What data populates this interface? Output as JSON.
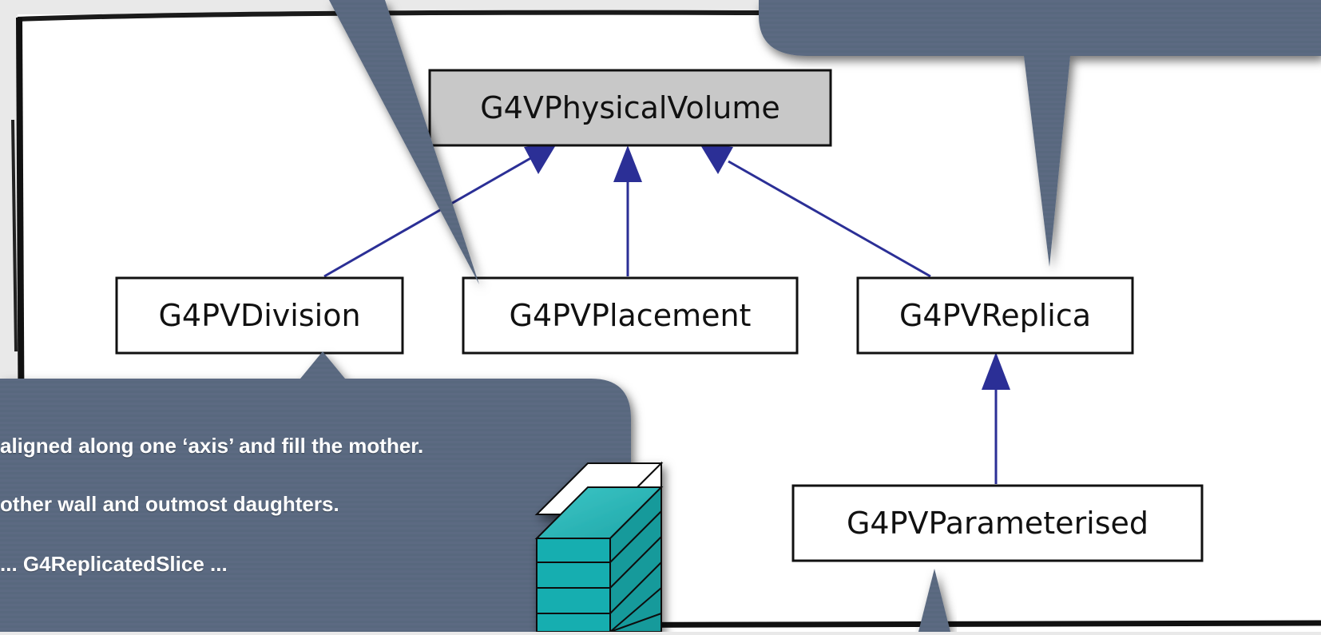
{
  "diagram": {
    "nodes": {
      "base": "G4VPhysicalVolume",
      "division": "G4PVDivision",
      "placement": "G4PVPlacement",
      "replica": "G4PVReplica",
      "parameterised": "G4PVParameterised"
    }
  },
  "callouts": {
    "division": {
      "line1": "aligned along one ‘axis’ and fill the mother.",
      "line2": "other wall and outmost daughters.",
      "line3": "... G4ReplicatedSlice ..."
    }
  },
  "colors": {
    "callout_fill": "#58677e",
    "arrow": "#2b2f96",
    "base_node_fill": "#c8c8c8",
    "node_fill": "#ffffff",
    "cube_teal": "#17aeb0"
  },
  "icons": {
    "stack": "replicated-slices-stack-icon"
  }
}
